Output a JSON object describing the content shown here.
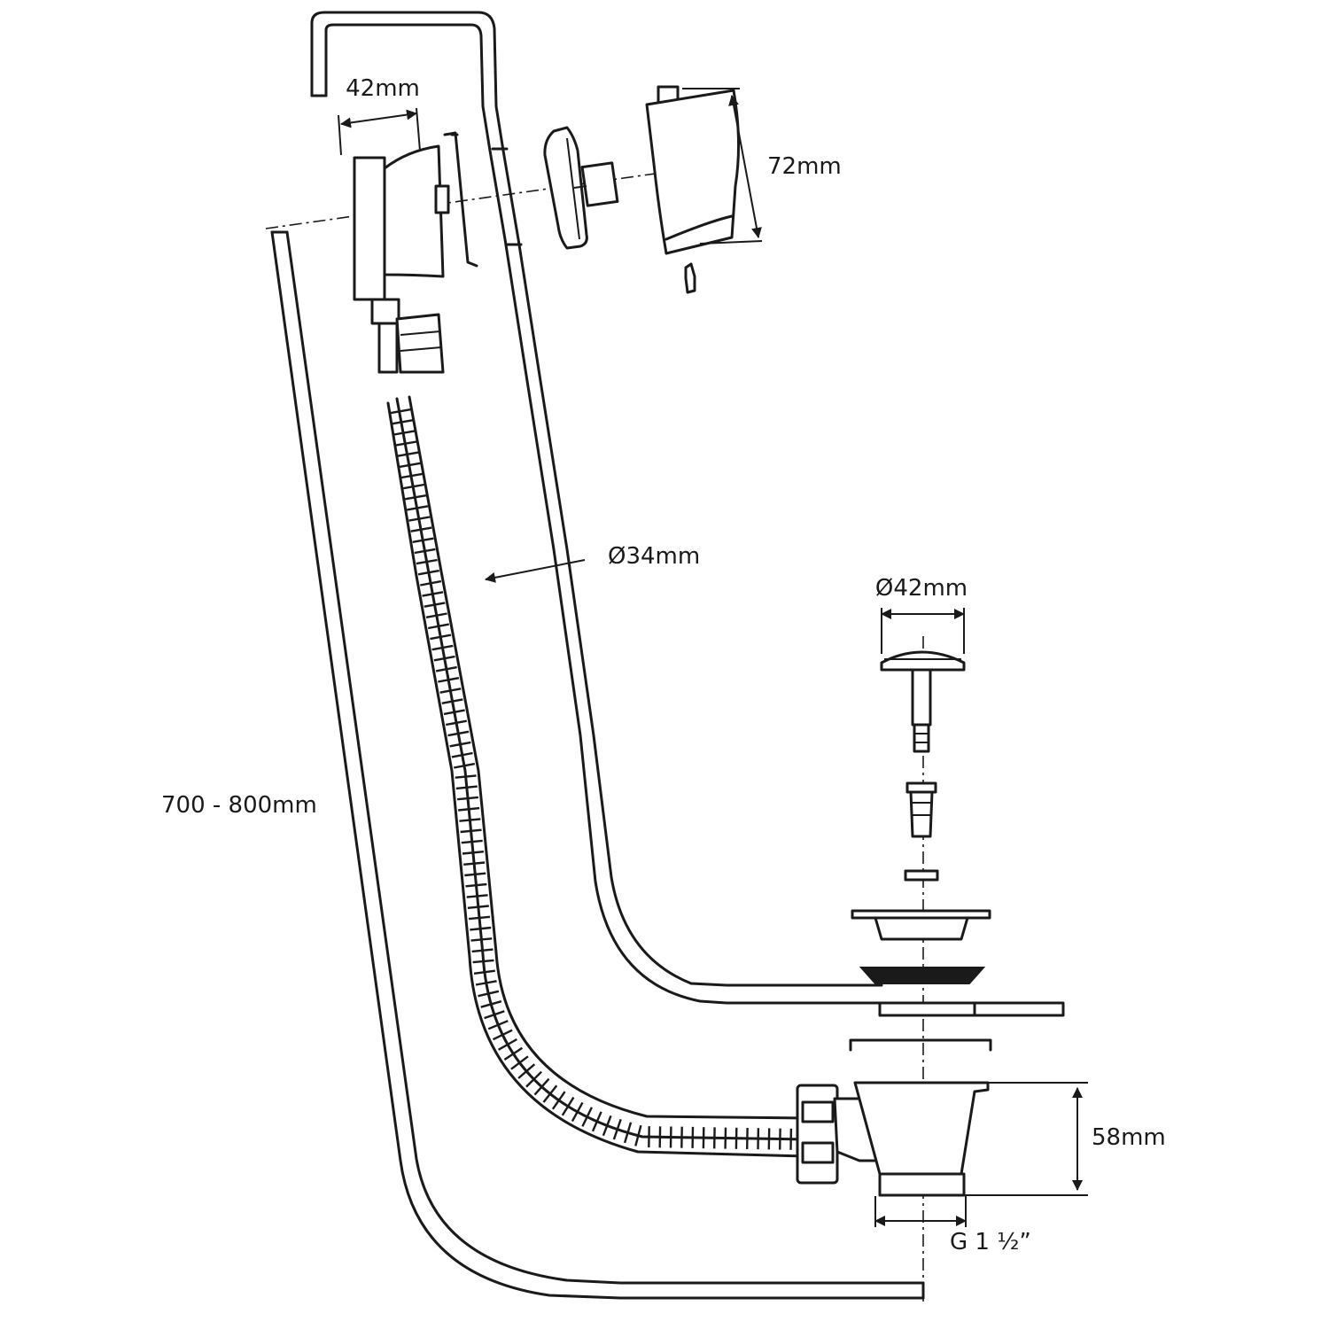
{
  "diagram": {
    "labels": {
      "overflow_width": "42mm",
      "overflow_height": "72mm",
      "hose_diameter": "Ø34mm",
      "plug_diameter": "Ø42mm",
      "total_length": "700 - 800mm",
      "waste_height": "58mm",
      "thread": "G 1 ½”"
    },
    "colors": {
      "line": "#1a1a1a",
      "background": "#ffffff"
    },
    "hose_rib_count": 90
  }
}
